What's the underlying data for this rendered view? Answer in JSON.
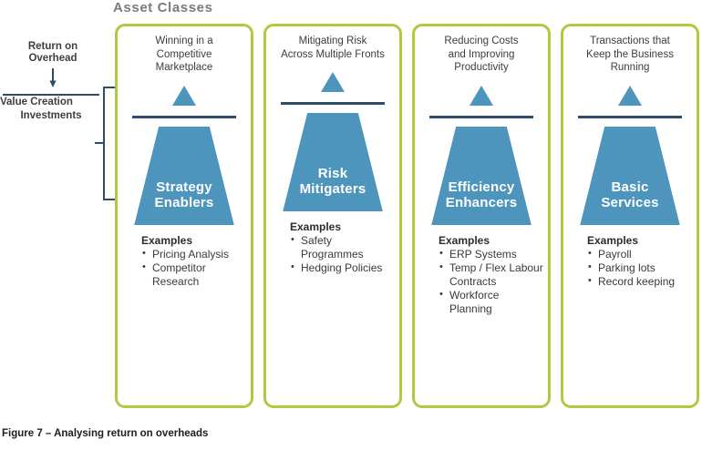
{
  "figure": {
    "title": "Asset Classes",
    "caption": "Figure 7 – Analysing return on overheads"
  },
  "ratio": {
    "numerator": "Return on Overhead",
    "numerator_line1": "Return on",
    "numerator_line2": "Overhead",
    "denominator_line1": "Value Creation",
    "denominator_line2": "Investments",
    "arrow_icon": "down-arrow-icon"
  },
  "colors": {
    "border_green": "#aecb3f",
    "shape_blue": "#4e95bd",
    "divider_navy": "#2f4d68",
    "title_gray": "#7b7b7b",
    "body_text": "#3a3a3a"
  },
  "columns": [
    {
      "heading_line1": "Winning in a",
      "heading_line2": "Competitive",
      "heading_line3": "Marketplace",
      "shape_label_line1": "Strategy",
      "shape_label_line2": "Enablers",
      "examples_title": "Examples",
      "examples": [
        "Pricing Analysis",
        "Competitor Research"
      ]
    },
    {
      "heading_line1": "Mitigating Risk",
      "heading_line2": "Across Multiple Fronts",
      "heading_line3": "",
      "shape_label_line1": "Risk",
      "shape_label_line2": "Mitigaters",
      "examples_title": "Examples",
      "examples": [
        "Safety Programmes",
        "Hedging Policies"
      ]
    },
    {
      "heading_line1": "Reducing Costs",
      "heading_line2": "and Improving",
      "heading_line3": "Productivity",
      "shape_label_line1": "Efficiency",
      "shape_label_line2": "Enhancers",
      "examples_title": "Examples",
      "examples": [
        "ERP Systems",
        "Temp / Flex Labour Contracts",
        "Workforce Planning"
      ]
    },
    {
      "heading_line1": "Transactions that",
      "heading_line2": "Keep the Business",
      "heading_line3": "Running",
      "shape_label_line1": "Basic",
      "shape_label_line2": "Services",
      "examples_title": "Examples",
      "examples": [
        "Payroll",
        "Parking lots",
        "Record keeping"
      ]
    }
  ]
}
